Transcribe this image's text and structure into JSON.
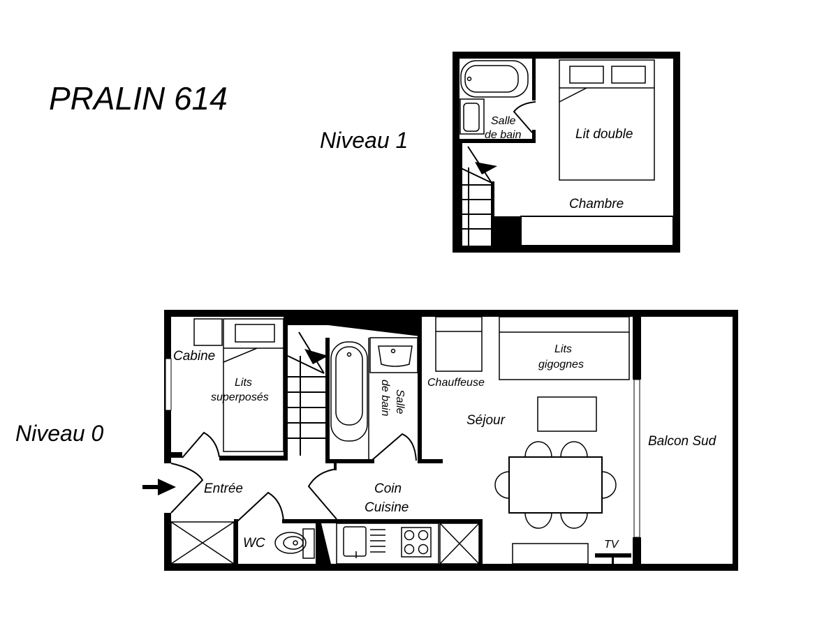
{
  "title": "PRALIN 614",
  "levels": {
    "level1": {
      "label": "Niveau 1",
      "rooms": {
        "bathroom_line1": "Salle",
        "bathroom_line2": "de bain",
        "bed": "Lit double",
        "bedroom": "Chambre"
      }
    },
    "level0": {
      "label": "Niveau 0",
      "rooms": {
        "cabin": "Cabine",
        "bunk_line1": "Lits",
        "bunk_line2": "superposés",
        "bathroom_line1": "Salle",
        "bathroom_line2": "de bain",
        "armchair": "Chauffeuse",
        "trundle_line1": "Lits",
        "trundle_line2": "gigognes",
        "living": "Séjour",
        "balcony": "Balcon Sud",
        "entrance": "Entrée",
        "kitchen_line1": "Coin",
        "kitchen_line2": "Cuisine",
        "wc": "WC",
        "tv": "TV"
      }
    }
  },
  "icons": {
    "entrance_arrow": "entrance-arrow-icon",
    "stairs": "staircase-icon",
    "bathtub": "bathtub-icon",
    "sink": "sink-icon",
    "toilet": "toilet-icon",
    "stove": "stove-icon",
    "kitchen_sink": "kitchen-sink-icon",
    "table": "dining-table-icon",
    "chairs": "chair-icon",
    "cupboard": "cupboard-icon"
  },
  "colors": {
    "wall": "#000000",
    "background": "#ffffff"
  }
}
